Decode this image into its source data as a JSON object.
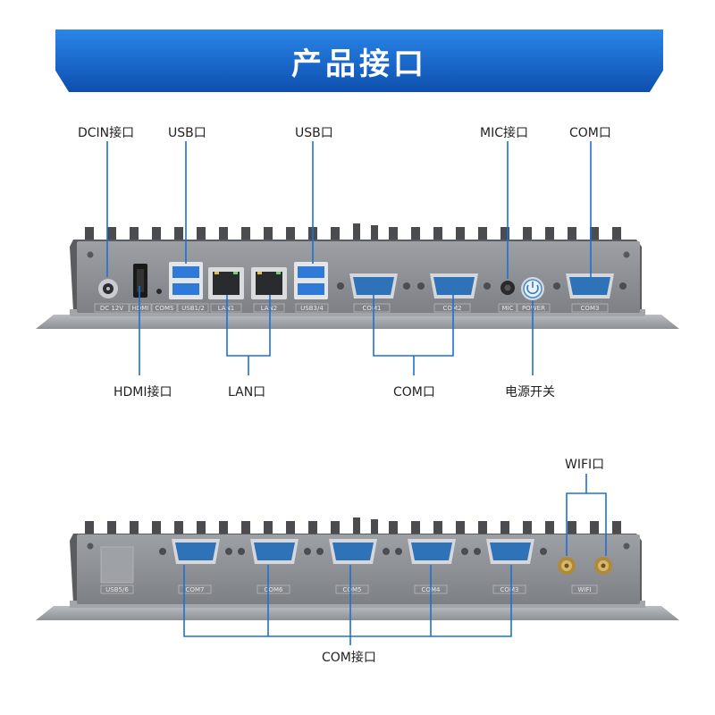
{
  "banner": {
    "title": "产品接口"
  },
  "top_panel": {
    "callouts": {
      "dcin": "DCIN接口",
      "usb_left": "USB口",
      "usb_right": "USB口",
      "mic": "MIC接口",
      "com_right": "COM口",
      "hdmi": "HDMI接口",
      "lan": "LAN口",
      "com_mid": "COM口",
      "power": "电源开关"
    },
    "port_labels": {
      "dc": "DC 12V",
      "hdmi": "HDMI",
      "coms": "COMS",
      "usb12": "USB1/2",
      "lan1": "LAN1",
      "lan2": "LAN2",
      "usb34": "USB3/4",
      "com1": "COM1",
      "com2": "COM2",
      "mic": "MIC",
      "power": "POWER",
      "com3": "COM3"
    }
  },
  "bottom_panel": {
    "callouts": {
      "wifi": "WIFI口",
      "com": "COM接口"
    },
    "port_labels": {
      "usb56": "USB5/6",
      "com7": "COM7",
      "com6": "COM6",
      "com5": "COM5",
      "com4": "COM4",
      "com3": "COM3",
      "wifi": "WIFI"
    }
  },
  "colors": {
    "accent": "#1e6fd6",
    "banner": "#1565c8",
    "chassis": "#8a8d92"
  }
}
